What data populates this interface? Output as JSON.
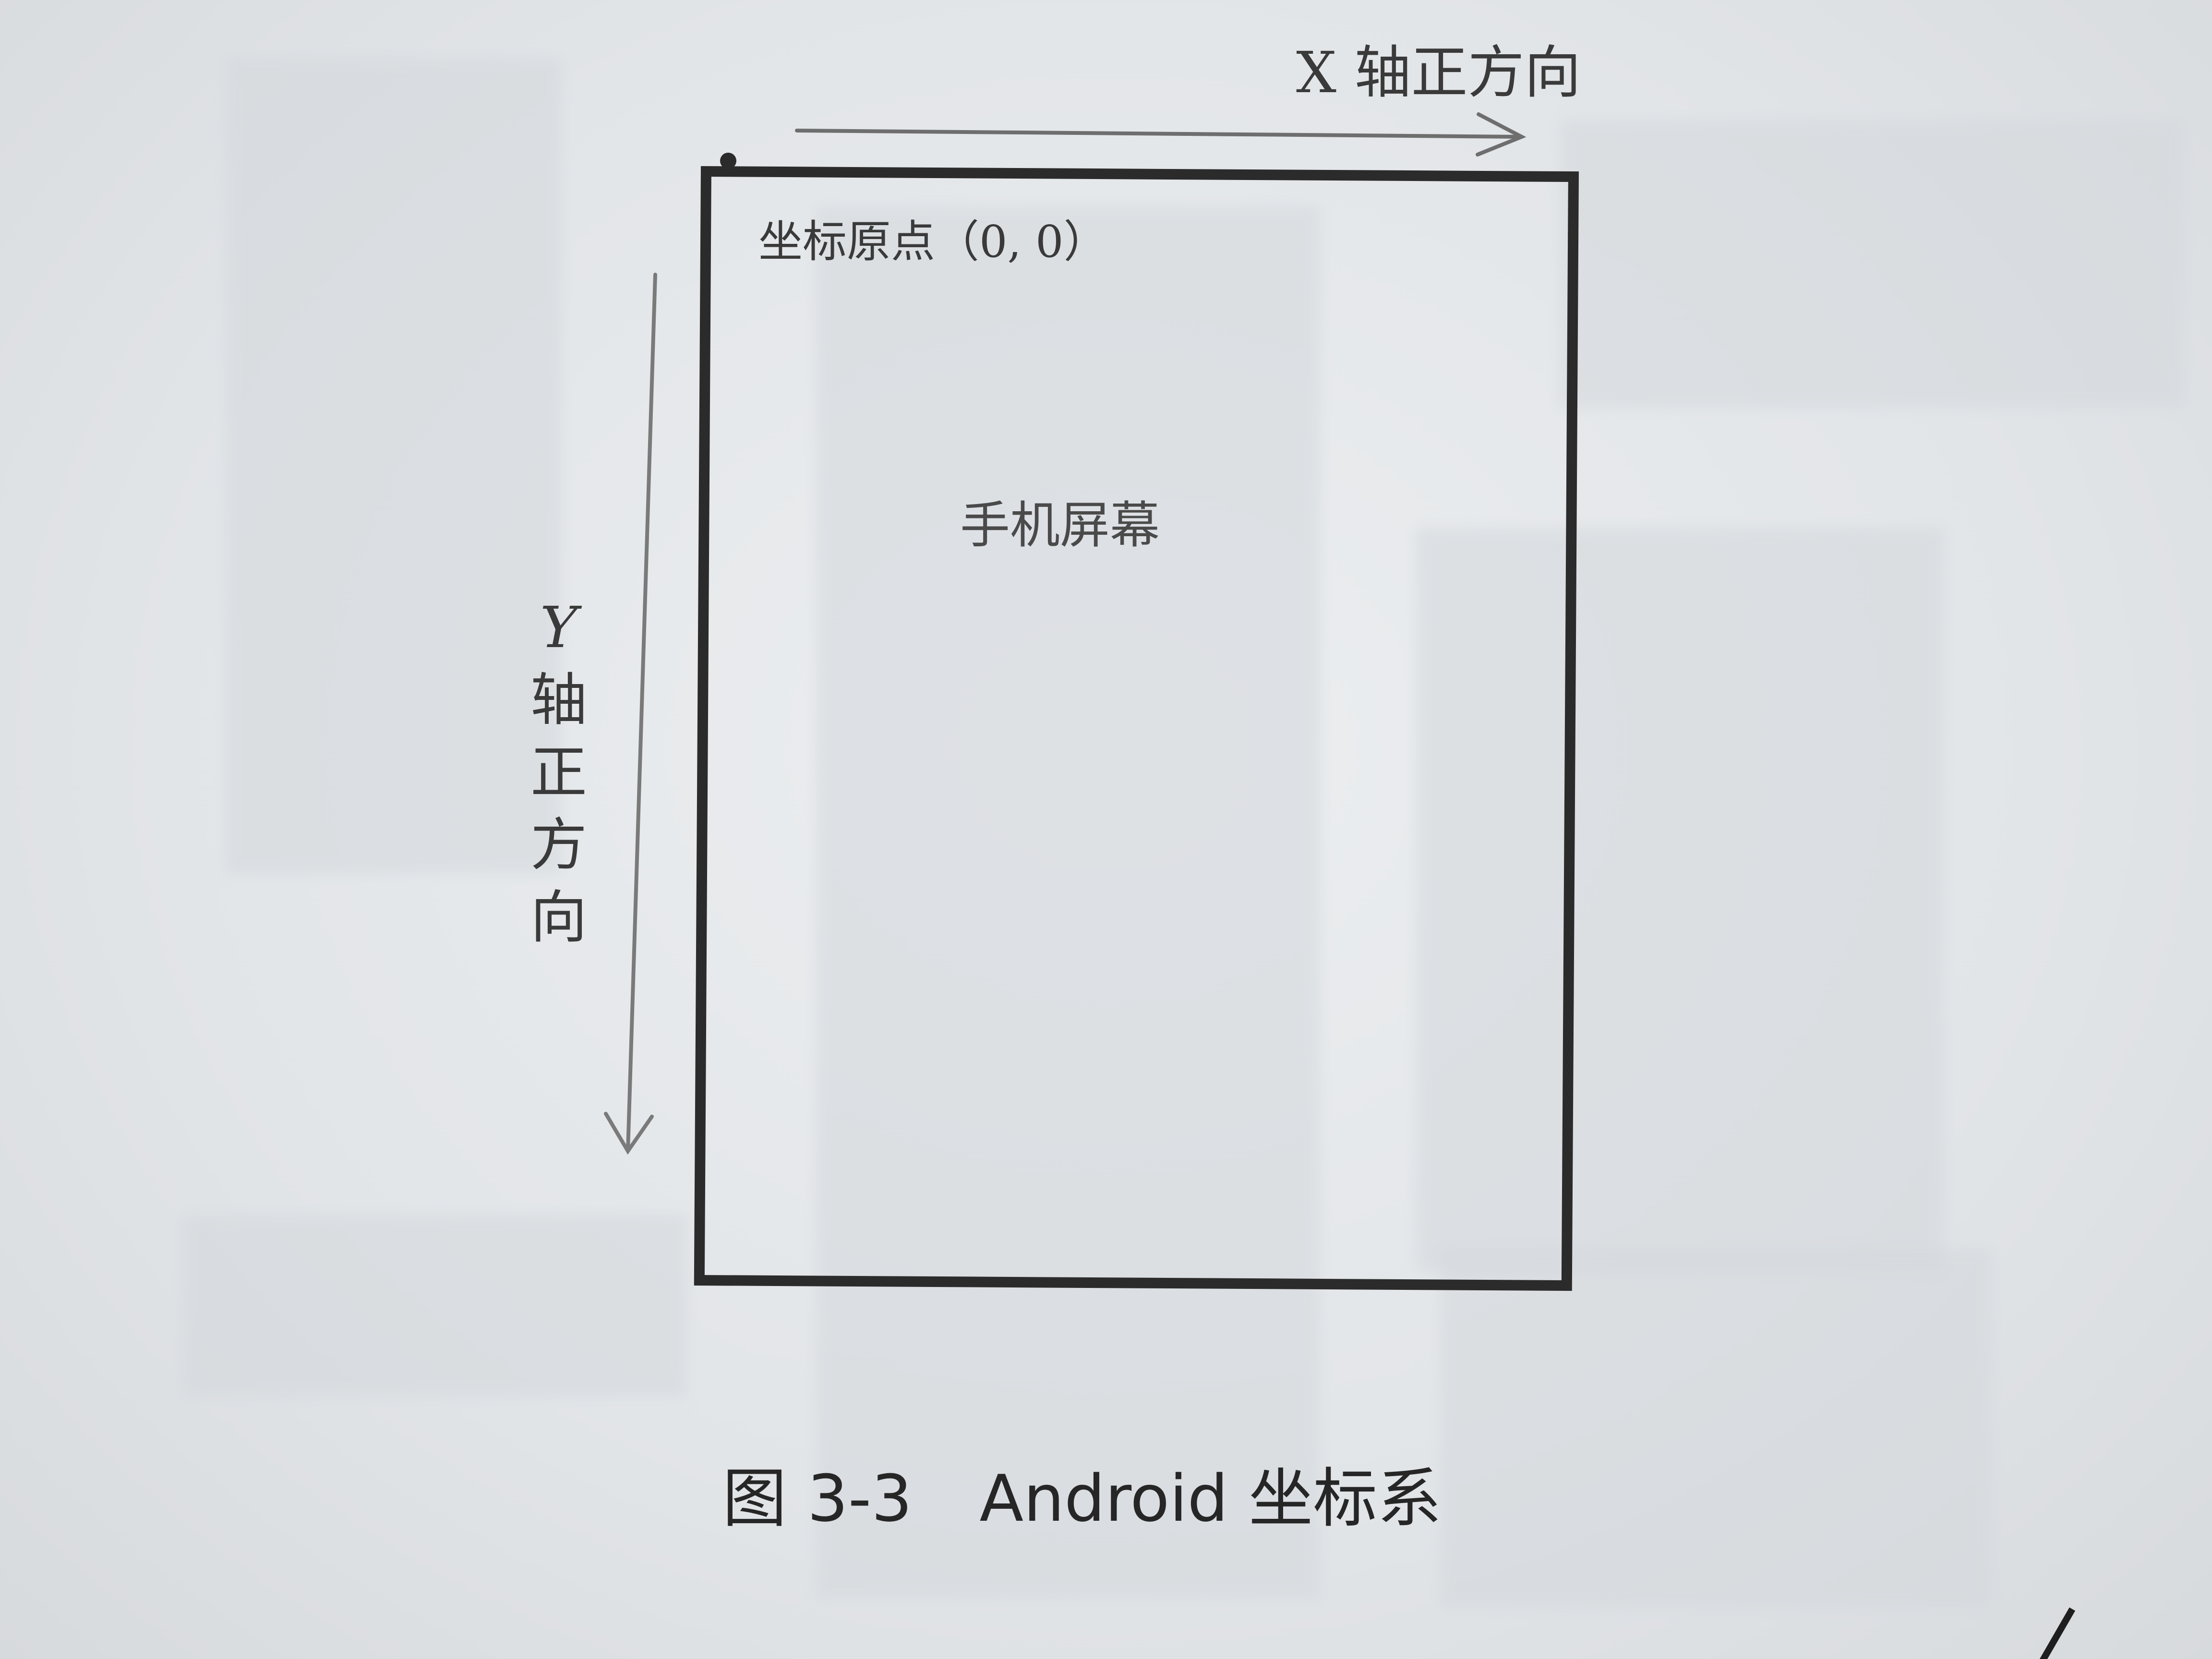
{
  "diagram": {
    "x_axis_label": "X 轴正方向",
    "y_axis_label_chars": [
      "Y",
      "轴",
      "正",
      "方",
      "向"
    ],
    "origin_label": "坐标原点（0, 0）",
    "screen_label": "手机屏幕"
  },
  "caption": {
    "figure_number": "图 3-3",
    "title": "Android 坐标系"
  }
}
